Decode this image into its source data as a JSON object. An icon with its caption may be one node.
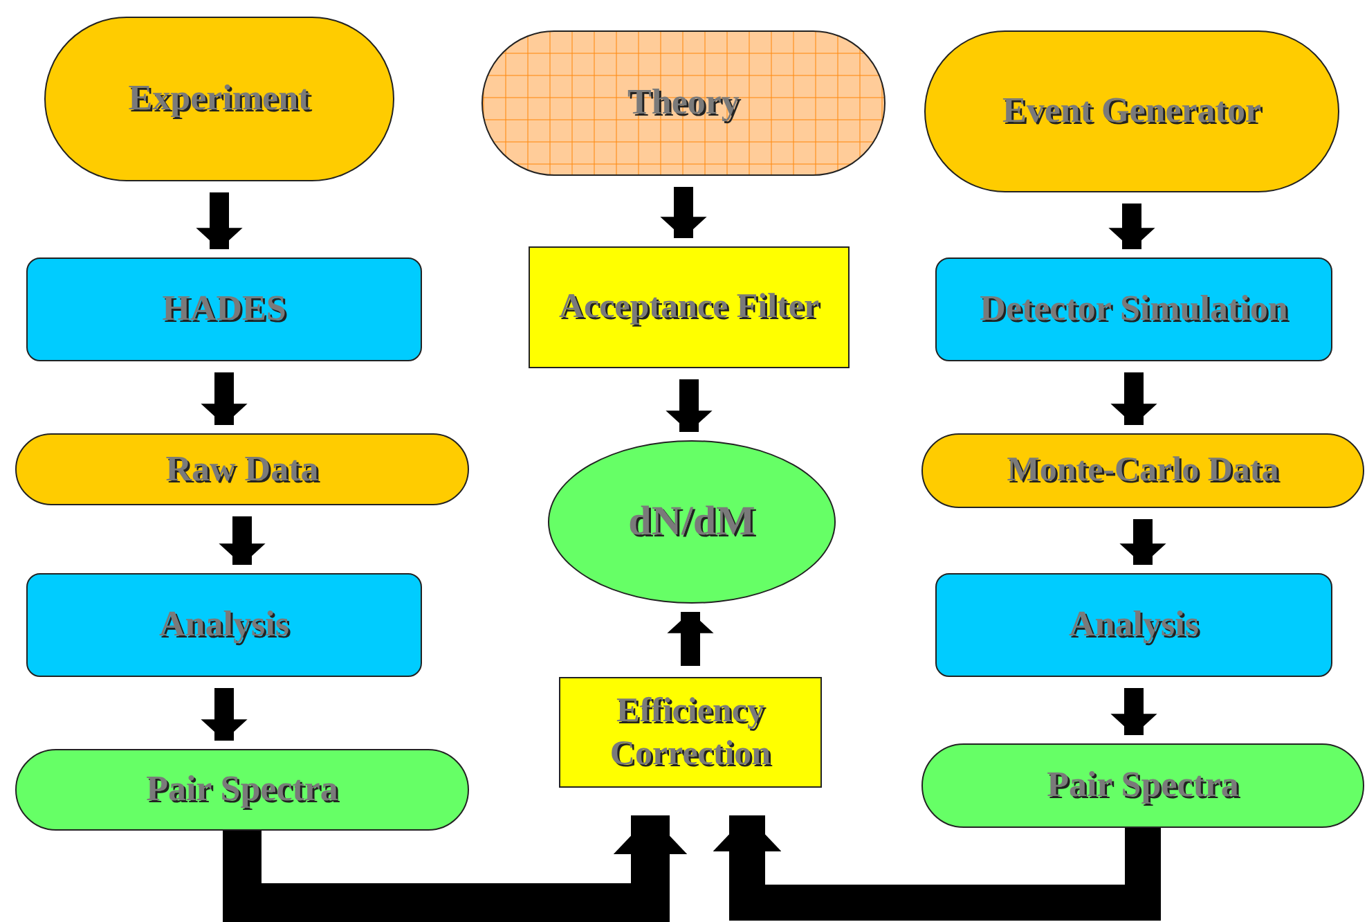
{
  "diagram": {
    "nodes": [
      {
        "text": [
          "Experiment"
        ]
      },
      {
        "text": [
          "Theory"
        ]
      },
      {
        "text": [
          "Event Generator"
        ]
      },
      {
        "text": [
          "HADES"
        ]
      },
      {
        "text": [
          "Acceptance Filter"
        ]
      },
      {
        "text": [
          "Detector Simulation"
        ]
      },
      {
        "text": [
          "Raw Data"
        ]
      },
      {
        "text": [
          "dN/dM"
        ]
      },
      {
        "text": [
          "Monte-Carlo Data"
        ]
      },
      {
        "text": [
          "Analysis"
        ]
      },
      {
        "text": [
          "Efficiency Correction"
        ]
      },
      {
        "text": [
          "Analysis"
        ]
      },
      {
        "text": [
          "Pair Spectra"
        ]
      },
      {
        "text": [
          "Pair Spectra"
        ]
      }
    ],
    "edges": [
      {
        "from": 0,
        "to": 3,
        "arrow": "to"
      },
      {
        "from": 3,
        "to": 6,
        "arrow": "to"
      },
      {
        "from": 6,
        "to": 9,
        "arrow": "to"
      },
      {
        "from": 9,
        "to": 12,
        "arrow": "to"
      },
      {
        "from": 1,
        "to": 4,
        "arrow": "to"
      },
      {
        "from": 4,
        "to": 7,
        "arrow": "to"
      },
      {
        "from": 10,
        "to": 7,
        "arrow": "to"
      },
      {
        "from": 2,
        "to": 5,
        "arrow": "to"
      },
      {
        "from": 5,
        "to": 8,
        "arrow": "to"
      },
      {
        "from": 8,
        "to": 11,
        "arrow": "to"
      },
      {
        "from": 11,
        "to": 13,
        "arrow": "to"
      },
      {
        "from": 12,
        "to": 10,
        "arrow": "to",
        "style": "thick"
      },
      {
        "from": 13,
        "to": 10,
        "arrow": "to",
        "style": "thick"
      }
    ]
  }
}
